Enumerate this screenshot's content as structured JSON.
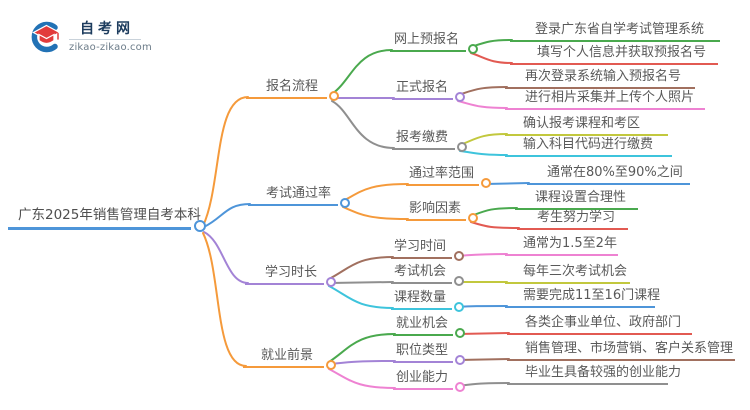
{
  "logo": {
    "site_name": "自考网",
    "site_url": "zikao-zikao.com",
    "icon": "graduation-cap-crescent-icon"
  },
  "palette": {
    "orange": "#F59A3B",
    "blue": "#4E95D9",
    "purple": "#A383D6",
    "green": "#4AA94E",
    "red": "#E25A52",
    "brown": "#A1705F",
    "pink": "#EE82D2",
    "olive": "#C2C83E",
    "cyan": "#3EC4DC",
    "gray": "#8F8F8F",
    "text": "#595959",
    "logo_navy": "#1D3C5E",
    "logo_blue": "#2272B5",
    "logo_red": "#E23B3B"
  },
  "mindmap": {
    "root": {
      "label": "广东2025年销售管理自考本科",
      "color": "blue"
    },
    "branches": [
      {
        "label": "报名流程",
        "color": "orange",
        "children": [
          {
            "label": "网上预报名",
            "color": "green",
            "children": [
              {
                "label": "登录广东省自学考试管理系统",
                "color": "green"
              },
              {
                "label": "填写个人信息并获取预报名号",
                "color": "red"
              }
            ]
          },
          {
            "label": "正式报名",
            "color": "purple",
            "children": [
              {
                "label": "再次登录系统输入预报名号",
                "color": "brown"
              },
              {
                "label": "进行相片采集并上传个人照片",
                "color": "pink"
              }
            ]
          },
          {
            "label": "报考缴费",
            "color": "gray",
            "children": [
              {
                "label": "确认报考课程和考区",
                "color": "olive"
              },
              {
                "label": "输入科目代码进行缴费",
                "color": "cyan"
              }
            ]
          }
        ]
      },
      {
        "label": "考试通过率",
        "color": "blue",
        "children": [
          {
            "label": "通过率范围",
            "color": "orange",
            "children": [
              {
                "label": "通常在80%至90%之间",
                "color": "blue"
              }
            ]
          },
          {
            "label": "影响因素",
            "color": "orange",
            "children": [
              {
                "label": "课程设置合理性",
                "color": "green"
              },
              {
                "label": "考生努力学习",
                "color": "red"
              }
            ]
          }
        ]
      },
      {
        "label": "学习时长",
        "color": "purple",
        "children": [
          {
            "label": "学习时间",
            "color": "brown",
            "children": [
              {
                "label": "通常为1.5至2年",
                "color": "pink"
              }
            ]
          },
          {
            "label": "考试机会",
            "color": "gray",
            "children": [
              {
                "label": "每年三次考试机会",
                "color": "olive"
              }
            ]
          },
          {
            "label": "课程数量",
            "color": "cyan",
            "children": [
              {
                "label": "需要完成11至16门课程",
                "color": "blue"
              }
            ]
          }
        ]
      },
      {
        "label": "就业前景",
        "color": "orange",
        "children": [
          {
            "label": "就业机会",
            "color": "green",
            "children": [
              {
                "label": "各类企事业单位、政府部门",
                "color": "red"
              }
            ]
          },
          {
            "label": "职位类型",
            "color": "purple",
            "children": [
              {
                "label": "销售管理、市场营销、客户关系管理",
                "color": "brown"
              }
            ]
          },
          {
            "label": "创业能力",
            "color": "pink",
            "children": [
              {
                "label": "毕业生具备较强的创业能力",
                "color": "gray"
              }
            ]
          }
        ]
      }
    ]
  }
}
